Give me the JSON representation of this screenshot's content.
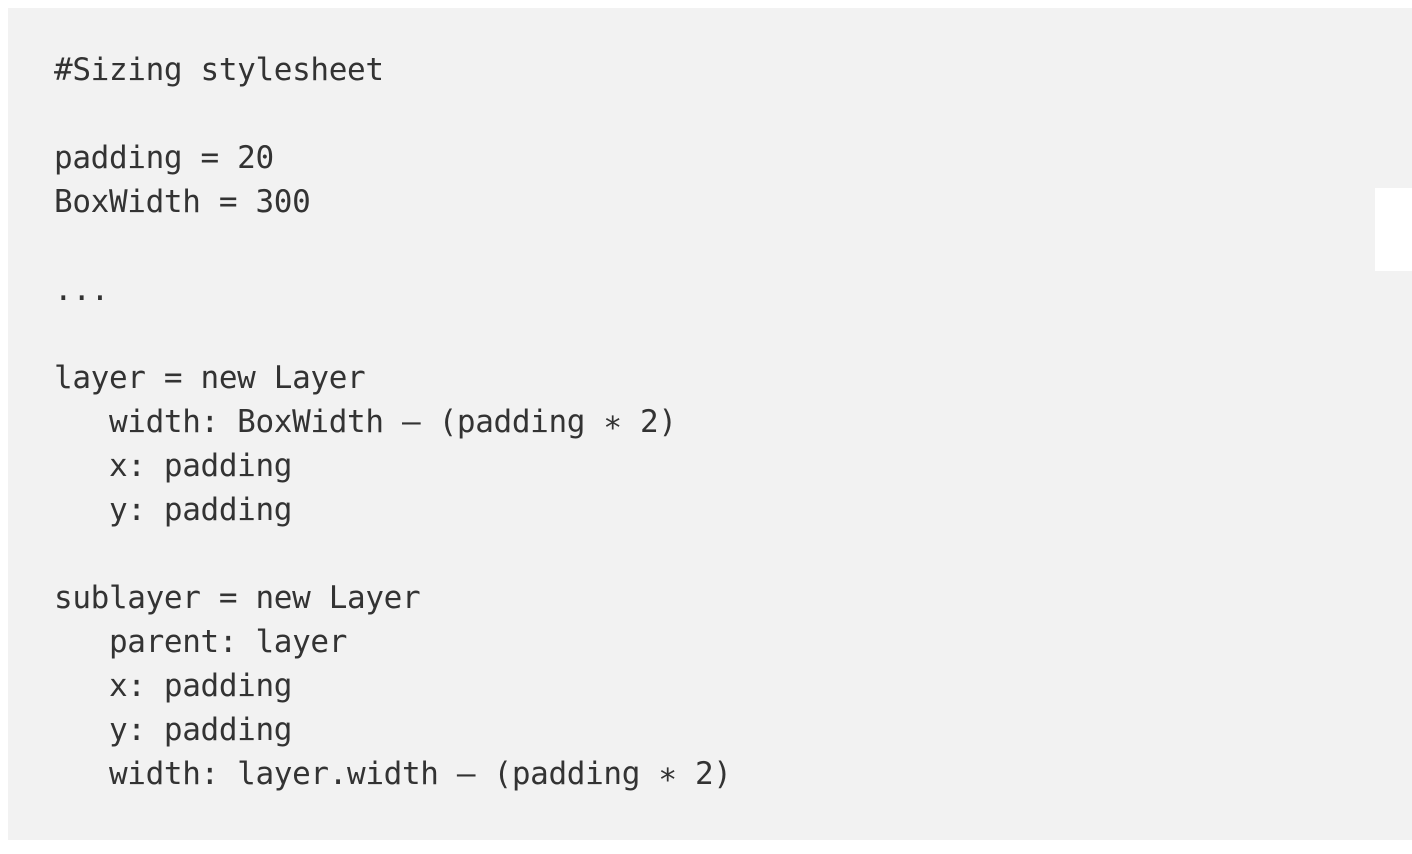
{
  "panel": {
    "background_color": "#f2f2f2",
    "page_background_color": "#ffffff",
    "text_color": "#333333"
  },
  "code": {
    "language_hint": "coffeescript",
    "lines": [
      "#Sizing stylesheet",
      "",
      "padding = 20",
      "BoxWidth = 300",
      "",
      "...",
      "",
      "layer = new Layer",
      "   width: BoxWidth – (padding ∗ 2)",
      "   x: padding",
      "   y: padding",
      "",
      "sublayer = new Layer",
      "   parent: layer",
      "   x: padding",
      "   y: padding",
      "   width: layer.width – (padding ∗ 2)"
    ],
    "comment_line": "#Sizing stylesheet",
    "variables": [
      {
        "name": "padding",
        "value": "20"
      },
      {
        "name": "BoxWidth",
        "value": "300"
      }
    ],
    "ellipsis": "...",
    "layers": [
      {
        "name": "layer",
        "constructor": "new Layer",
        "properties": [
          {
            "key": "width",
            "value": "BoxWidth – (padding ∗ 2)"
          },
          {
            "key": "x",
            "value": "padding"
          },
          {
            "key": "y",
            "value": "padding"
          }
        ]
      },
      {
        "name": "sublayer",
        "constructor": "new Layer",
        "properties": [
          {
            "key": "parent",
            "value": "layer"
          },
          {
            "key": "x",
            "value": "padding"
          },
          {
            "key": "y",
            "value": "padding"
          },
          {
            "key": "width",
            "value": "layer.width – (padding ∗ 2)"
          }
        ]
      }
    ]
  }
}
